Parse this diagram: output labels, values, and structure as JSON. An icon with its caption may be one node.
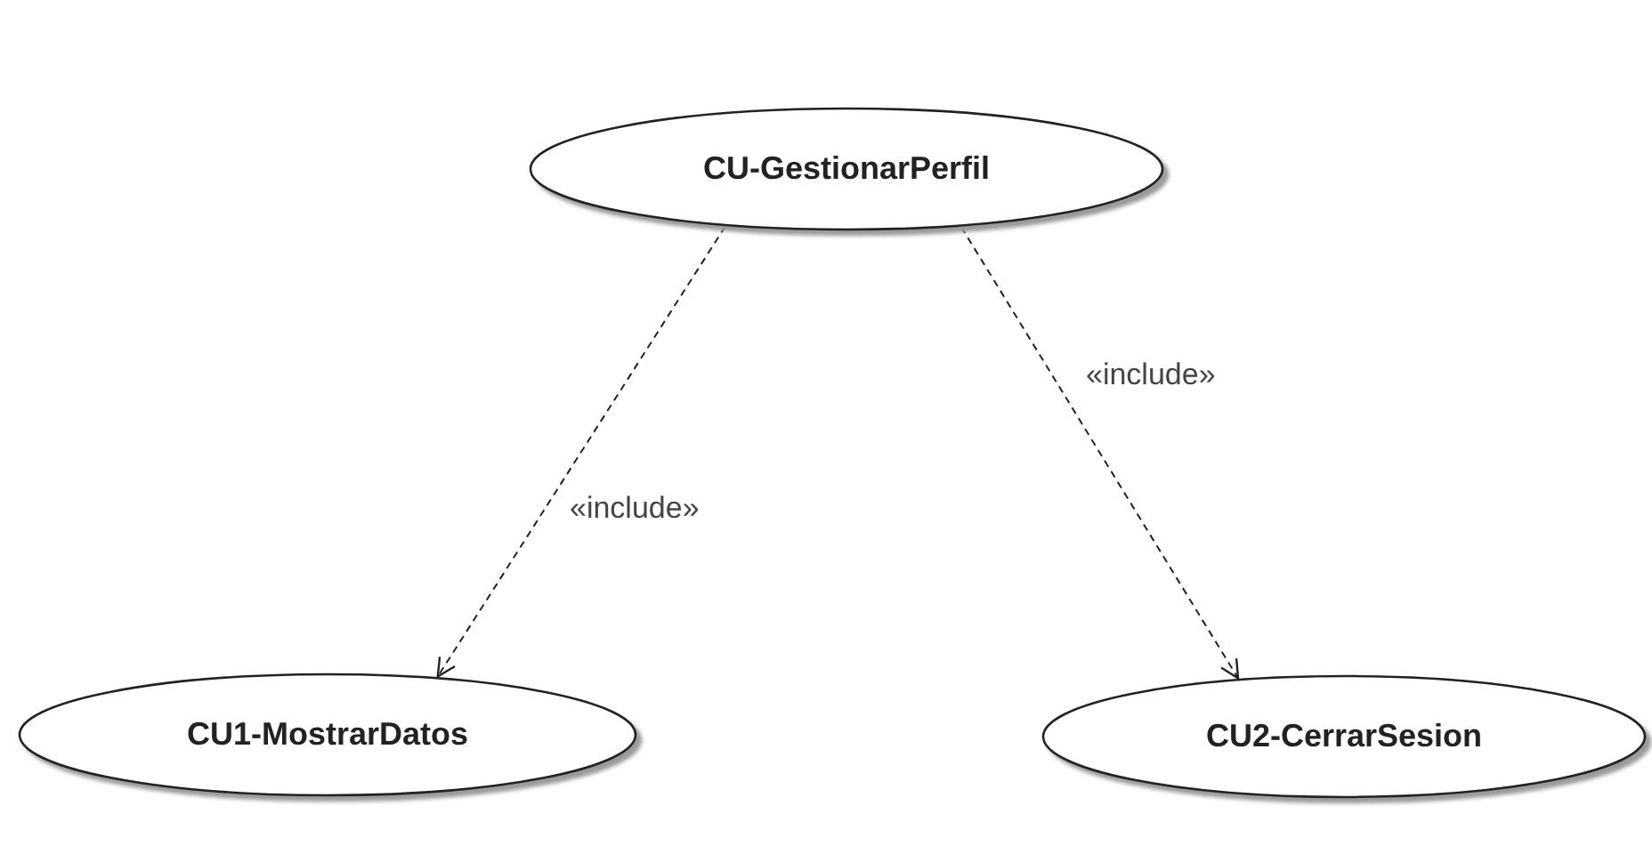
{
  "diagram": {
    "nodes": [
      {
        "text": [
          "CU-GestionarPerfil"
        ]
      },
      {
        "text": [
          "CU1-MostrarDatos"
        ]
      },
      {
        "text": [
          "CU2-CerrarSesion"
        ]
      }
    ],
    "edges": [
      {
        "from": 0,
        "to": 1,
        "arrow": "to",
        "style": "dashed",
        "label": "«include»"
      },
      {
        "from": 0,
        "to": 2,
        "arrow": "to",
        "style": "dashed",
        "label": "«include»"
      }
    ]
  }
}
